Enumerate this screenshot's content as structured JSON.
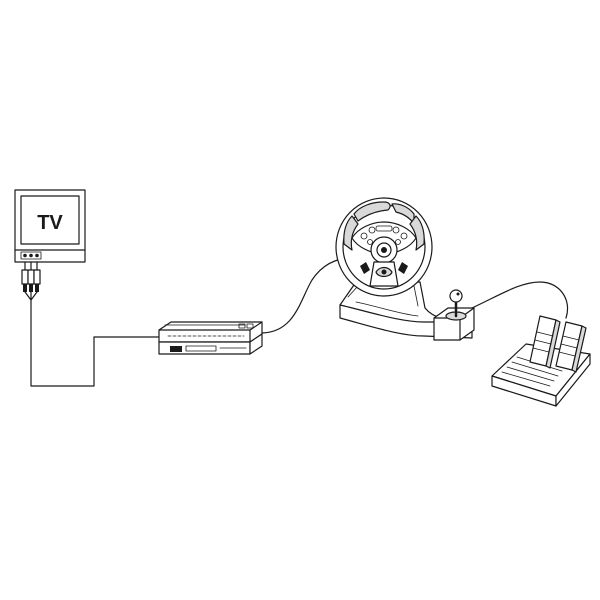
{
  "tv": {
    "label": "TV"
  },
  "colors": {
    "line": "#1a1a1a",
    "background": "#ffffff"
  },
  "components": [
    "tv",
    "av-cable",
    "game-console",
    "steering-wheel",
    "gear-shifter",
    "pedals",
    "connection-cables"
  ]
}
